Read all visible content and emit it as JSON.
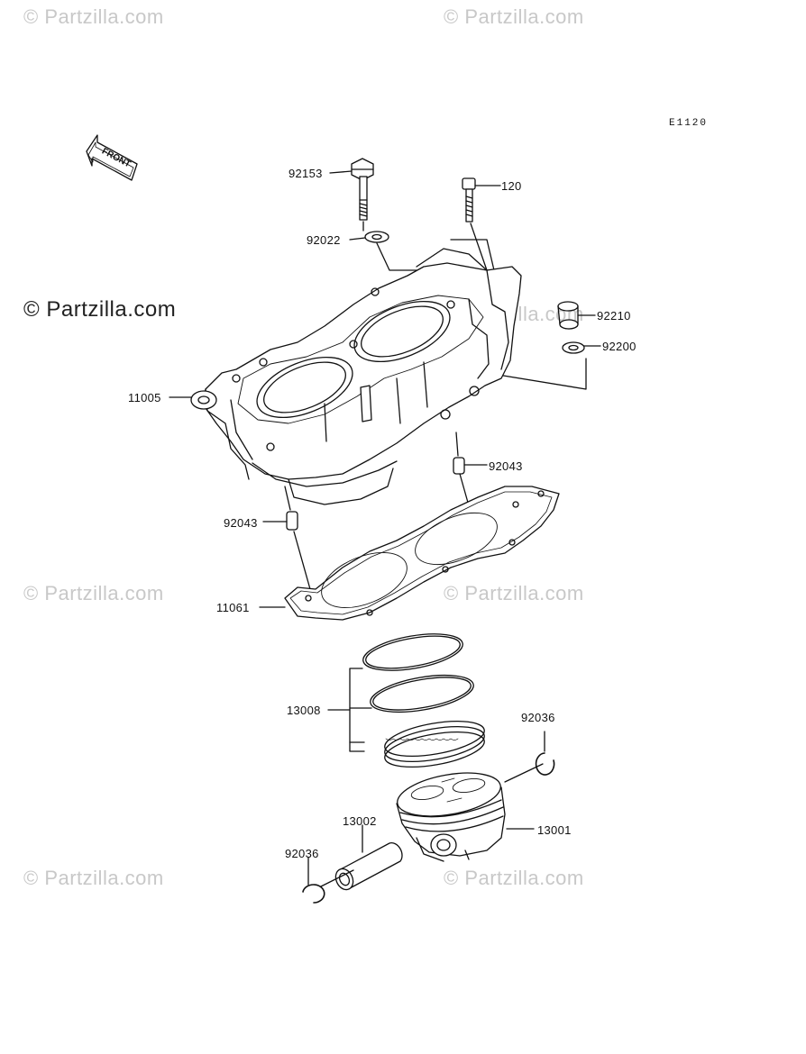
{
  "watermarks": {
    "wm1": "© Partzilla.com",
    "wm2": "© Partzilla.com",
    "wm3": "© Partzilla.com",
    "wm4": "© Partzilla.com",
    "wm5": "© Partzilla.com",
    "wm6": "© Partzilla.com",
    "wm7": "© Partzilla.com",
    "wm8": "© Partzilla.com"
  },
  "diagram": {
    "reference": "E1120",
    "front_label": "FRONT"
  },
  "parts": {
    "p92153": "92153",
    "p120": "120",
    "p92022": "92022",
    "p92210": "92210",
    "p92200": "92200",
    "p11005": "11005",
    "p92043a": "92043",
    "p92043b": "92043",
    "p11061": "11061",
    "p13008": "13008",
    "p92036a": "92036",
    "p13002": "13002",
    "p13001": "13001",
    "p92036b": "92036"
  }
}
